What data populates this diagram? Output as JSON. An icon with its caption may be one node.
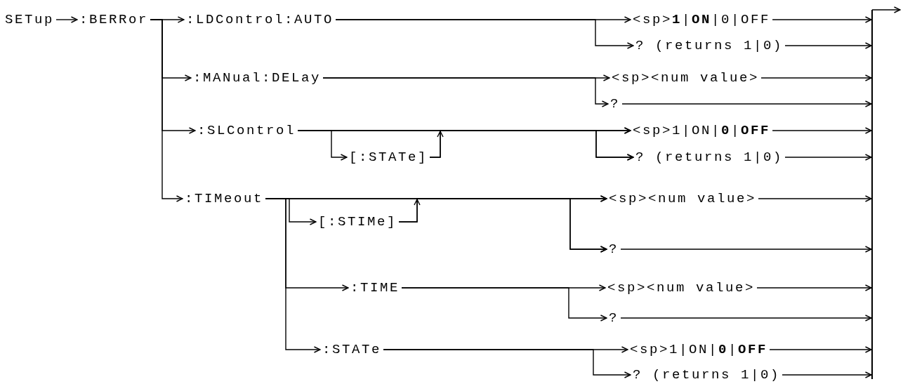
{
  "diagram": {
    "nodes": [
      {
        "text": [
          "SETup"
        ]
      },
      {
        "text": [
          ":BERRor"
        ]
      },
      {
        "text": [
          ":LDControl:AUTO"
        ]
      },
      {
        "text": [
          "<sp>**1**|**ON**|0|OFF"
        ]
      },
      {
        "text": [
          "? (returns 1|0)"
        ]
      },
      {
        "text": [
          ":MANual:DELay"
        ]
      },
      {
        "text": [
          "<sp><num value>"
        ]
      },
      {
        "text": [
          "?"
        ]
      },
      {
        "text": [
          ":SLControl"
        ]
      },
      {
        "text": [
          "[:STATe]"
        ]
      },
      {
        "text": [
          "<sp>1|ON|**0**|**OFF**"
        ]
      },
      {
        "text": [
          "? (returns 1|0)"
        ]
      },
      {
        "text": [
          ":TIMeout"
        ]
      },
      {
        "text": [
          "[:STIMe]"
        ]
      },
      {
        "text": [
          "<sp><num value>"
        ]
      },
      {
        "text": [
          "?"
        ]
      },
      {
        "text": [
          ":TIME"
        ]
      },
      {
        "text": [
          "<sp><num value>"
        ]
      },
      {
        "text": [
          "?"
        ]
      },
      {
        "text": [
          ":STATe"
        ]
      },
      {
        "text": [
          "<sp>1|ON|**0**|**OFF**"
        ]
      },
      {
        "text": [
          "? (returns 1|0)"
        ]
      },
      {
        "text": [],
        "shape": "bar"
      }
    ],
    "edges": [
      {
        "from": 0,
        "to": 1,
        "arrow": "to"
      },
      {
        "from": 1,
        "to": 2,
        "arrow": "to"
      },
      {
        "from": 1,
        "to": 5,
        "arrow": "to"
      },
      {
        "from": 1,
        "to": 8,
        "arrow": "to"
      },
      {
        "from": 1,
        "to": 12,
        "arrow": "to"
      },
      {
        "from": 2,
        "to": 3,
        "arrow": "to"
      },
      {
        "from": 2,
        "to": 4,
        "arrow": "to"
      },
      {
        "from": 5,
        "to": 6,
        "arrow": "to"
      },
      {
        "from": 5,
        "to": 7,
        "arrow": "to"
      },
      {
        "from": 8,
        "to": 10,
        "arrow": "to"
      },
      {
        "from": 8,
        "to": 11,
        "arrow": "to"
      },
      {
        "from": 8,
        "to": 9,
        "arrow": "to"
      },
      {
        "from": 9,
        "to": 10,
        "arrow": "to"
      },
      {
        "from": 9,
        "to": 11,
        "arrow": "to"
      },
      {
        "from": 12,
        "to": 14,
        "arrow": "to"
      },
      {
        "from": 12,
        "to": 15,
        "arrow": "to"
      },
      {
        "from": 12,
        "to": 13,
        "arrow": "to"
      },
      {
        "from": 13,
        "to": 14,
        "arrow": "to"
      },
      {
        "from": 13,
        "to": 15,
        "arrow": "to"
      },
      {
        "from": 12,
        "to": 16,
        "arrow": "to"
      },
      {
        "from": 12,
        "to": 19,
        "arrow": "to"
      },
      {
        "from": 16,
        "to": 17,
        "arrow": "to"
      },
      {
        "from": 16,
        "to": 18,
        "arrow": "to"
      },
      {
        "from": 19,
        "to": 20,
        "arrow": "to"
      },
      {
        "from": 19,
        "to": 21,
        "arrow": "to"
      },
      {
        "from": 3,
        "to": 22,
        "arrow": "to"
      },
      {
        "from": 4,
        "to": 22,
        "arrow": "to"
      },
      {
        "from": 6,
        "to": 22,
        "arrow": "to"
      },
      {
        "from": 7,
        "to": 22,
        "arrow": "to"
      },
      {
        "from": 10,
        "to": 22,
        "arrow": "to"
      },
      {
        "from": 11,
        "to": 22,
        "arrow": "to"
      },
      {
        "from": 14,
        "to": 22,
        "arrow": "to"
      },
      {
        "from": 15,
        "to": 22,
        "arrow": "to"
      },
      {
        "from": 17,
        "to": 22,
        "arrow": "to"
      },
      {
        "from": 18,
        "to": 22,
        "arrow": "to"
      },
      {
        "from": 20,
        "to": 22,
        "arrow": "to"
      },
      {
        "from": 21,
        "to": 22,
        "arrow": "to"
      },
      {
        "from": 22,
        "to": null,
        "arrow": "to"
      }
    ]
  }
}
